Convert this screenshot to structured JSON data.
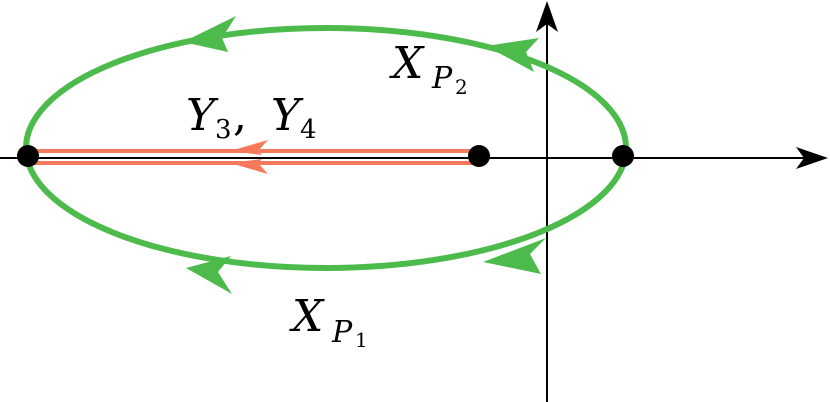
{
  "diagram": {
    "colors": {
      "axis": "#000000",
      "ellipse": "#4cbb4c",
      "segment": "#f57a5b",
      "point": "#000000",
      "background": "#ffffff"
    },
    "labels": {
      "xp2": {
        "main": "X",
        "sub_main": "P",
        "sub_index": "2"
      },
      "xp1": {
        "main": "X",
        "sub_main": "P",
        "sub_index": "1"
      },
      "y34": {
        "y3_main": "Y",
        "y3_index": "3",
        "separator": ",",
        "y4_main": "Y",
        "y4_index": "4"
      }
    },
    "points": [
      {
        "name": "left-branch-point"
      },
      {
        "name": "segment-end-point"
      },
      {
        "name": "right-branch-point"
      }
    ]
  }
}
